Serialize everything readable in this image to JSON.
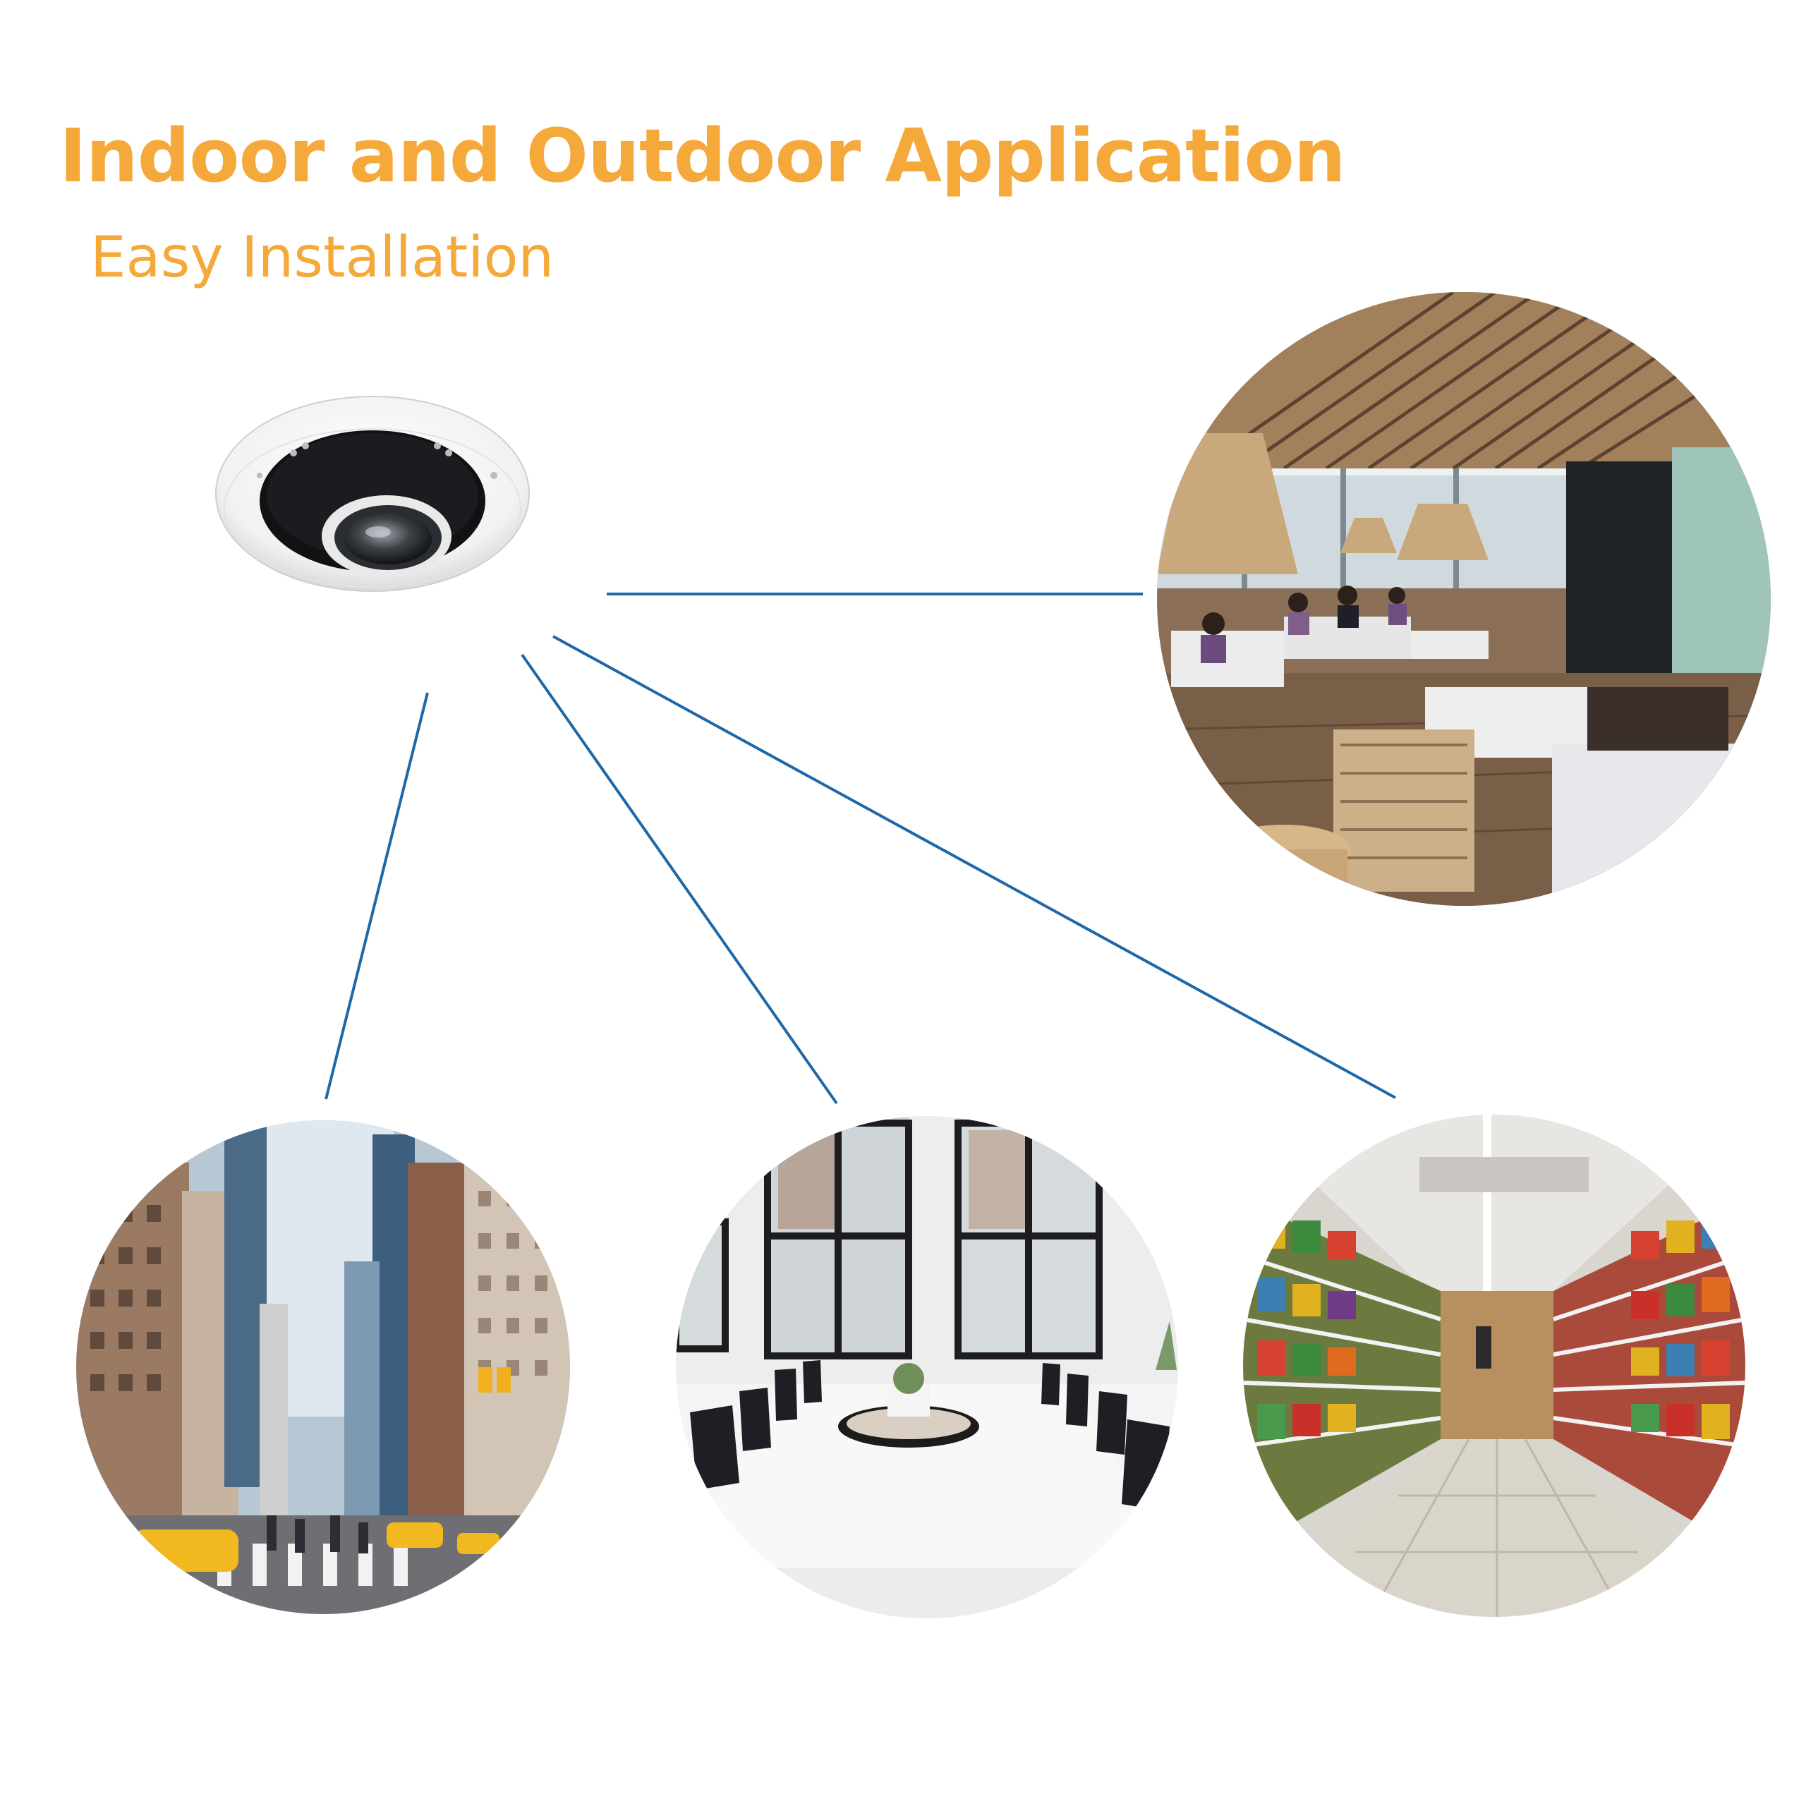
{
  "header": {
    "title": "Indoor and Outdoor Application",
    "subtitle": "Easy Installation"
  },
  "colors": {
    "accent": "#F5A93A",
    "connector": "#1F68A8"
  },
  "scenes": [
    {
      "name": "lounge-scene"
    },
    {
      "name": "street-scene"
    },
    {
      "name": "meeting-room-scene"
    },
    {
      "name": "supermarket-scene"
    }
  ]
}
